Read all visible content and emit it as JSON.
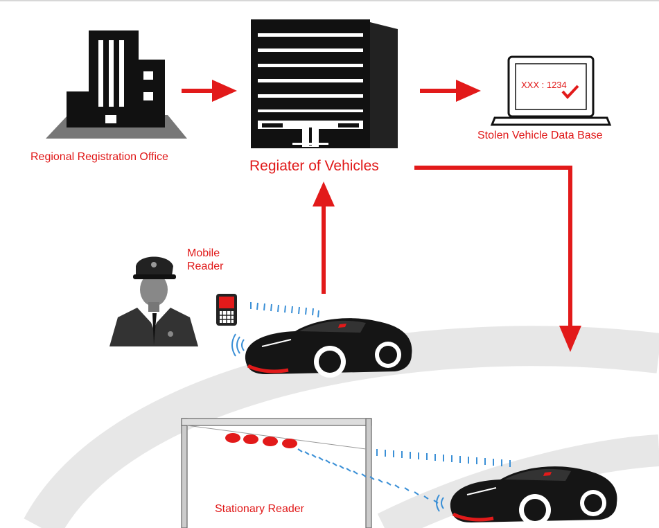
{
  "diagram": {
    "nodes": {
      "regional_office": {
        "label": "Regional Registration Office"
      },
      "register": {
        "label": "Regiater of Vehicles"
      },
      "stolen_db": {
        "label": "Stolen Vehicle Data Base",
        "screen_text": "XXX : 1234"
      },
      "mobile_reader": {
        "label_line1": "Mobile",
        "label_line2": "Reader"
      },
      "stationary_reader": {
        "label": "Stationary Reader"
      }
    },
    "edges": [
      {
        "from": "regional_office",
        "to": "register"
      },
      {
        "from": "register",
        "to": "stolen_db"
      },
      {
        "from": "mobile_reader",
        "to": "register"
      },
      {
        "from": "register",
        "to": "stationary_reader"
      }
    ],
    "colors": {
      "accent": "#e21a1a",
      "icon": "#111111",
      "road_arc": "#e7e7e7",
      "signal": "#3a8fd6"
    }
  }
}
